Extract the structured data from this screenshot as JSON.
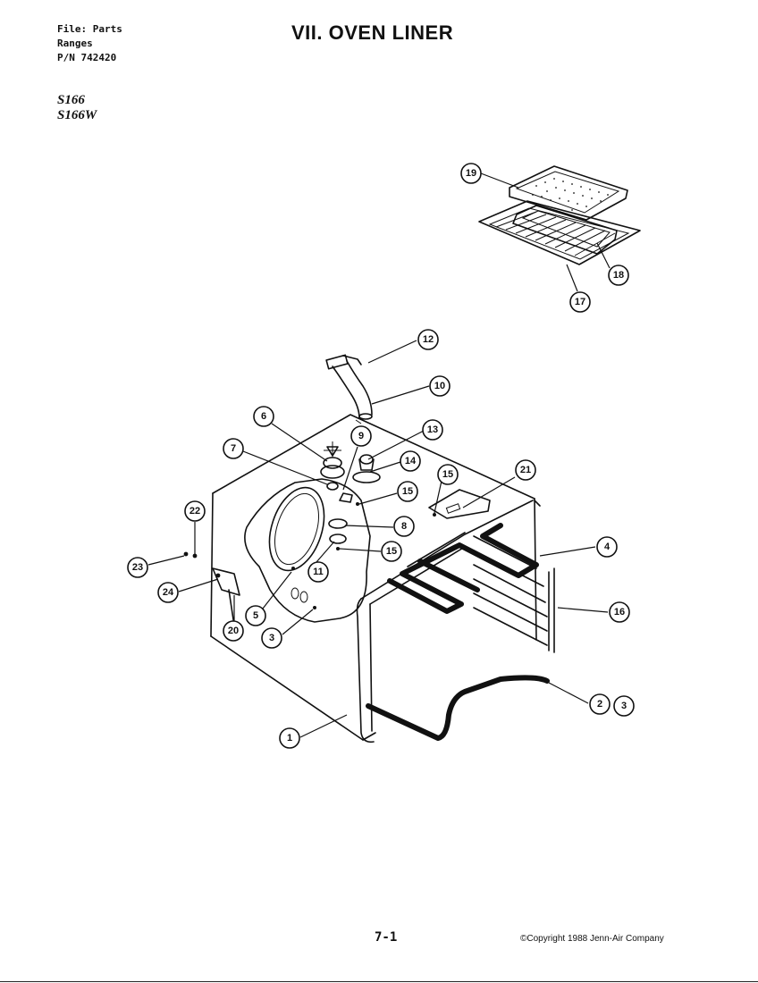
{
  "header": {
    "file_line": "File: Parts",
    "category_line": "Ranges",
    "part_number_line": "P/N 742420"
  },
  "models": [
    "S166",
    "S166W"
  ],
  "title": "VII. OVEN LINER",
  "footer": {
    "page_number": "7-1",
    "copyright": "©Copyright 1988 Jenn-Air Company"
  },
  "callouts": [
    {
      "id": "c19",
      "label": "19"
    },
    {
      "id": "c18",
      "label": "18"
    },
    {
      "id": "c17",
      "label": "17"
    },
    {
      "id": "c12",
      "label": "12"
    },
    {
      "id": "c10",
      "label": "10"
    },
    {
      "id": "c6",
      "label": "6"
    },
    {
      "id": "c9",
      "label": "9"
    },
    {
      "id": "c13",
      "label": "13"
    },
    {
      "id": "c7",
      "label": "7"
    },
    {
      "id": "c14",
      "label": "14"
    },
    {
      "id": "c15a",
      "label": "15"
    },
    {
      "id": "c15b",
      "label": "15"
    },
    {
      "id": "c21",
      "label": "21"
    },
    {
      "id": "c8",
      "label": "8"
    },
    {
      "id": "c15c",
      "label": "15"
    },
    {
      "id": "c22",
      "label": "22"
    },
    {
      "id": "c4",
      "label": "4"
    },
    {
      "id": "c11",
      "label": "11"
    },
    {
      "id": "c23",
      "label": "23"
    },
    {
      "id": "c24",
      "label": "24"
    },
    {
      "id": "c16",
      "label": "16"
    },
    {
      "id": "c5",
      "label": "5"
    },
    {
      "id": "c20",
      "label": "20"
    },
    {
      "id": "c3a",
      "label": "3"
    },
    {
      "id": "c2",
      "label": "2"
    },
    {
      "id": "c3b",
      "label": "3"
    },
    {
      "id": "c1",
      "label": "1"
    }
  ]
}
